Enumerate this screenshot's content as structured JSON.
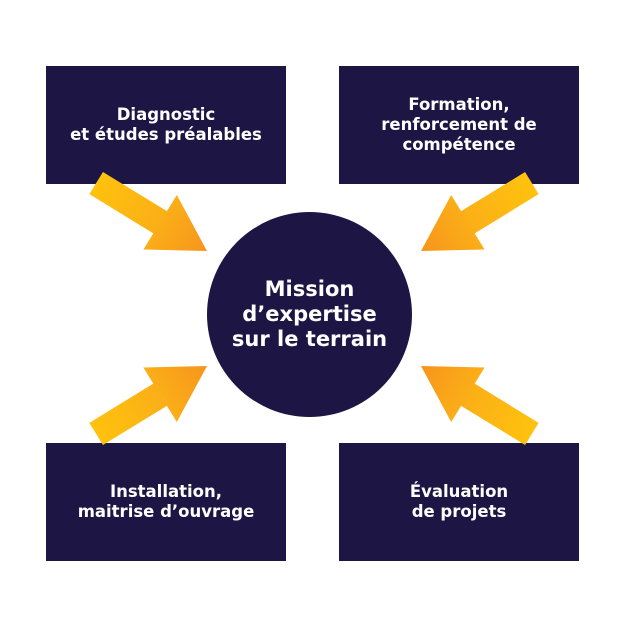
{
  "diagram": {
    "center": {
      "label": "Mission\nd’expertise\nsur le terrain"
    },
    "boxes": {
      "top_left": "Diagnostic\net études préalables",
      "top_right": "Formation,\nrenforcement de\ncompétence",
      "bottom_left": "Installation,\nmaitrise d’ouvrage",
      "bottom_right": "Évaluation\nde projets"
    },
    "colors": {
      "box_fill": "#1d1645",
      "text": "#ffffff",
      "arrow_light": "#ffc20e",
      "arrow_dark": "#f7941d"
    }
  }
}
